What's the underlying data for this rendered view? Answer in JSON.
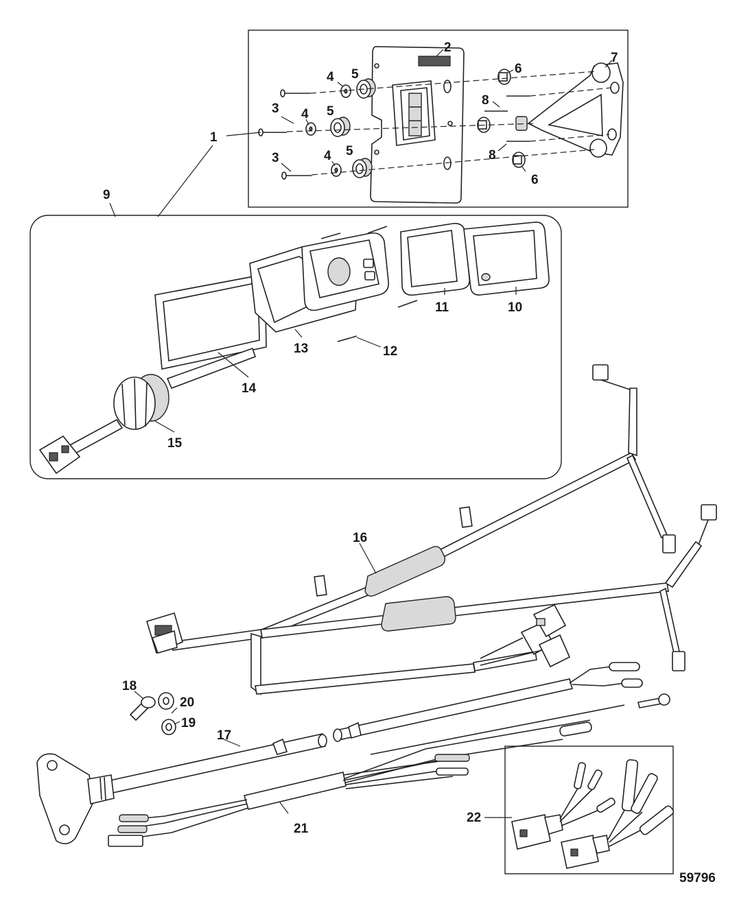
{
  "figure_number": "59796",
  "callouts": [
    {
      "id": "c1",
      "text": "1"
    },
    {
      "id": "c2",
      "text": "2"
    },
    {
      "id": "c3a",
      "text": "3"
    },
    {
      "id": "c3b",
      "text": "3"
    },
    {
      "id": "c4a",
      "text": "4"
    },
    {
      "id": "c4b",
      "text": "4"
    },
    {
      "id": "c4c",
      "text": "4"
    },
    {
      "id": "c5a",
      "text": "5"
    },
    {
      "id": "c5b",
      "text": "5"
    },
    {
      "id": "c5c",
      "text": "5"
    },
    {
      "id": "c6a",
      "text": "6"
    },
    {
      "id": "c6b",
      "text": "6"
    },
    {
      "id": "c7",
      "text": "7"
    },
    {
      "id": "c8a",
      "text": "8"
    },
    {
      "id": "c8b",
      "text": "8"
    },
    {
      "id": "c9",
      "text": "9"
    },
    {
      "id": "c10",
      "text": "10"
    },
    {
      "id": "c11",
      "text": "11"
    },
    {
      "id": "c12",
      "text": "12"
    },
    {
      "id": "c13",
      "text": "13"
    },
    {
      "id": "c14",
      "text": "14"
    },
    {
      "id": "c15",
      "text": "15"
    },
    {
      "id": "c16",
      "text": "16"
    },
    {
      "id": "c17",
      "text": "17"
    },
    {
      "id": "c18",
      "text": "18"
    },
    {
      "id": "c19",
      "text": "19"
    },
    {
      "id": "c20",
      "text": "20"
    },
    {
      "id": "c21",
      "text": "21"
    },
    {
      "id": "c22",
      "text": "22"
    }
  ]
}
